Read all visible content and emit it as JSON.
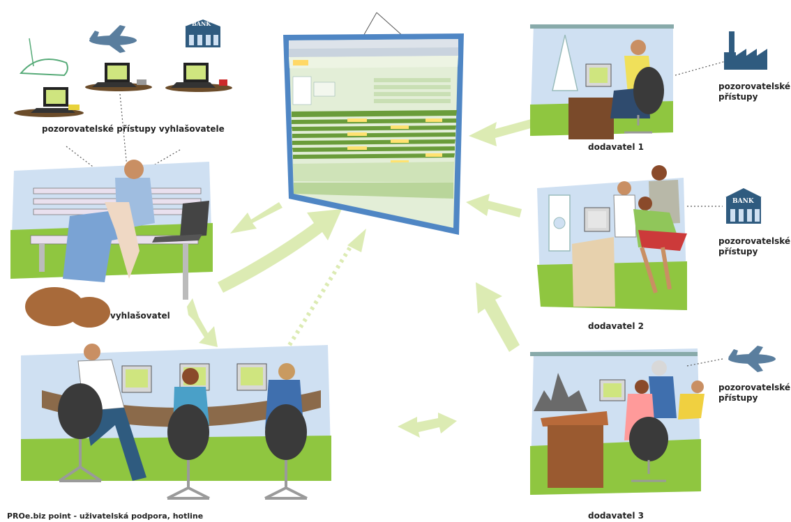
{
  "labels": {
    "observers_announcer": "pozorovatelské přístupy vyhlašovatele",
    "announcer": "vyhlašovatel",
    "point": "PROe.biz point - uživatelská podpora, hotline",
    "supplier1": "dodavatel 1",
    "supplier2": "dodavatel 2",
    "supplier3": "dodavatel 3",
    "observer_line1": "pozorovatelské",
    "observer_line2": "přístupy",
    "bank": "BANK"
  },
  "colors": {
    "arrow": "#dcebb3",
    "screen_frame": "#4f86c4",
    "screen_bg": "#e3eed7",
    "sky": "#cfe0f2",
    "grass": "#8fc640",
    "accent_yellow": "#ffe270"
  },
  "icons": [
    "satellite-dish-icon",
    "airplane-icon",
    "bank-icon",
    "factory-icon",
    "laptop-icon"
  ]
}
